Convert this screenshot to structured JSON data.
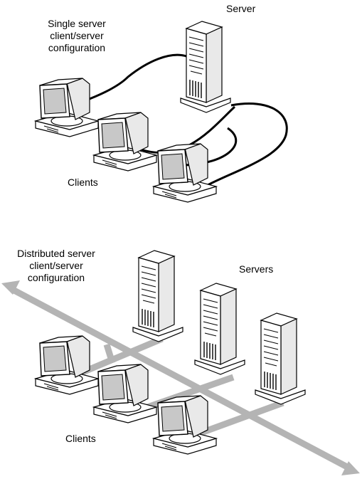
{
  "single": {
    "title_lines": [
      "Single server",
      "client/server",
      "configuration"
    ],
    "server_label": "Server",
    "clients_label": "Clients"
  },
  "distributed": {
    "title_lines": [
      "Distributed server",
      "client/server",
      "configuration"
    ],
    "servers_label": "Servers",
    "clients_label": "Clients"
  },
  "colors": {
    "outline": "#000000",
    "fill": "#ffffff",
    "screen": "#c8c8c8",
    "network_arrow": "#b4b4b4"
  }
}
